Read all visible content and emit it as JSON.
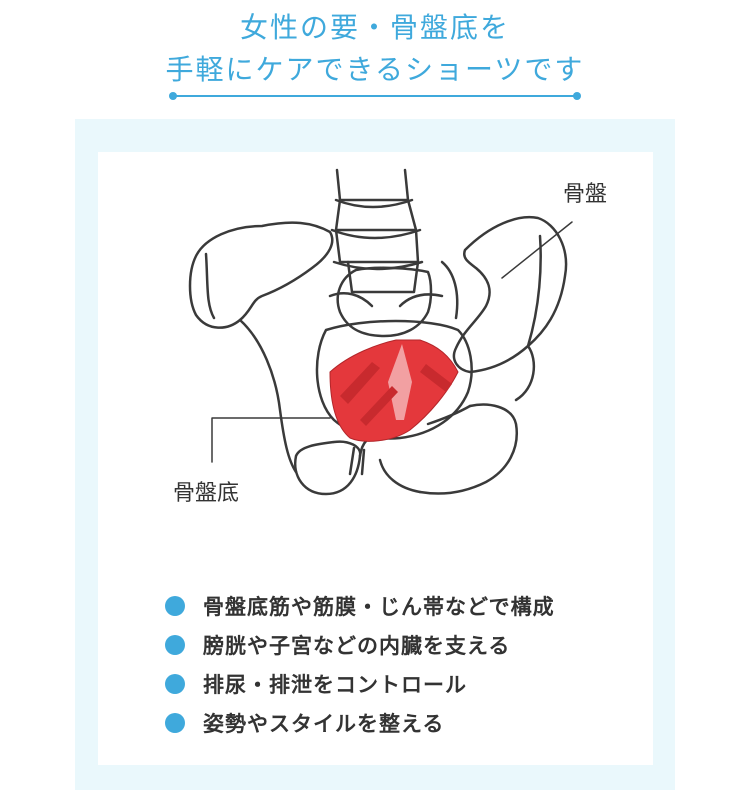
{
  "heading": {
    "line1": "女性の要・骨盤底を",
    "line2": "手軽にケアできるショーツです"
  },
  "labels": {
    "pelvis": "骨盤",
    "pelvic_floor": "骨盤底"
  },
  "features": [
    "骨盤底筋や筋膜・じん帯などで構成",
    "膀胱や子宮などの内臓を支える",
    "排尿・排泄をコントロール",
    "姿勢やスタイルを整える"
  ],
  "colors": {
    "accent": "#3fa9dc",
    "panel_bg": "#eaf8fc",
    "muscle": "#e4383c",
    "bone_outline": "#3a3a3a"
  },
  "icons": [
    "bullet-dot"
  ]
}
